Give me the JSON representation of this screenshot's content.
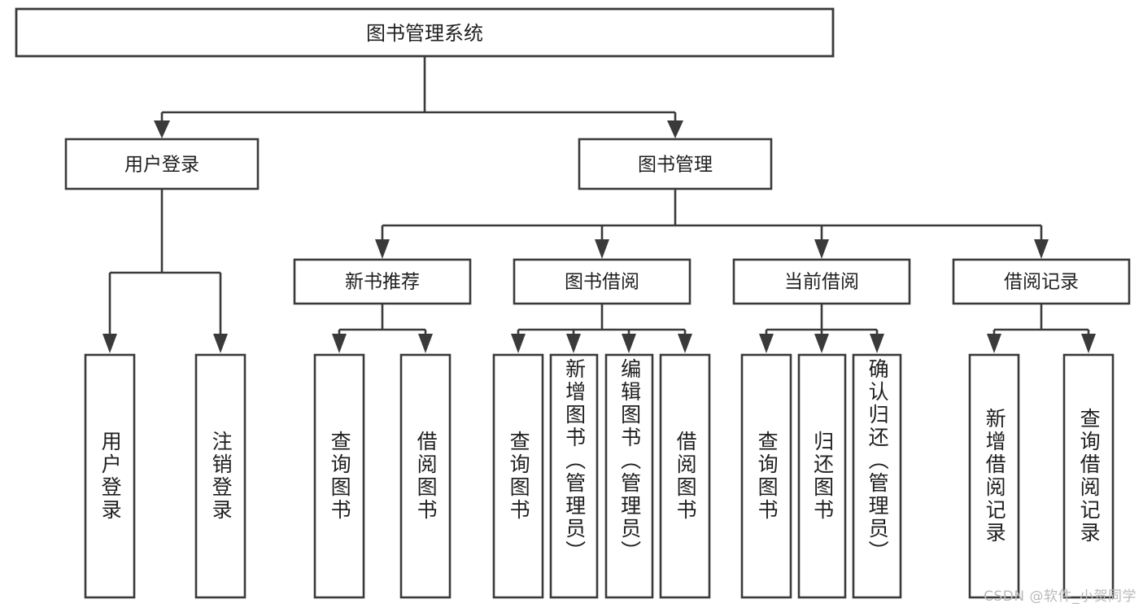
{
  "title": "图书管理系统",
  "watermark": "CSDN @软件_小贺同学",
  "diagram": {
    "type": "tree",
    "orientation": "top-down",
    "root": {
      "label": "图书管理系统"
    },
    "level2": [
      {
        "label": "用户登录"
      },
      {
        "label": "图书管理"
      }
    ],
    "level3": [
      {
        "label": "新书推荐"
      },
      {
        "label": "图书借阅"
      },
      {
        "label": "当前借阅"
      },
      {
        "label": "借阅记录"
      }
    ],
    "leaves": {
      "user_login": [
        {
          "label": "用户登录"
        },
        {
          "label": "注销登录"
        }
      ],
      "new_book_recommend": [
        {
          "label": "查询图书"
        },
        {
          "label": "借阅图书"
        }
      ],
      "book_borrow": [
        {
          "label": "查询图书"
        },
        {
          "label": "新增图书（管理员）"
        },
        {
          "label": "编辑图书（管理员）"
        },
        {
          "label": "借阅图书"
        }
      ],
      "current_borrow": [
        {
          "label": "查询图书"
        },
        {
          "label": "归还图书"
        },
        {
          "label": "确认归还（管理员）"
        }
      ],
      "borrow_record": [
        {
          "label": "新增借阅记录"
        },
        {
          "label": "查询借阅记录"
        }
      ]
    }
  },
  "colors": {
    "stroke": "#3a3a3a",
    "fill": "#ffffff",
    "text": "#1f1f1f",
    "watermark": "#b9b9b9"
  }
}
